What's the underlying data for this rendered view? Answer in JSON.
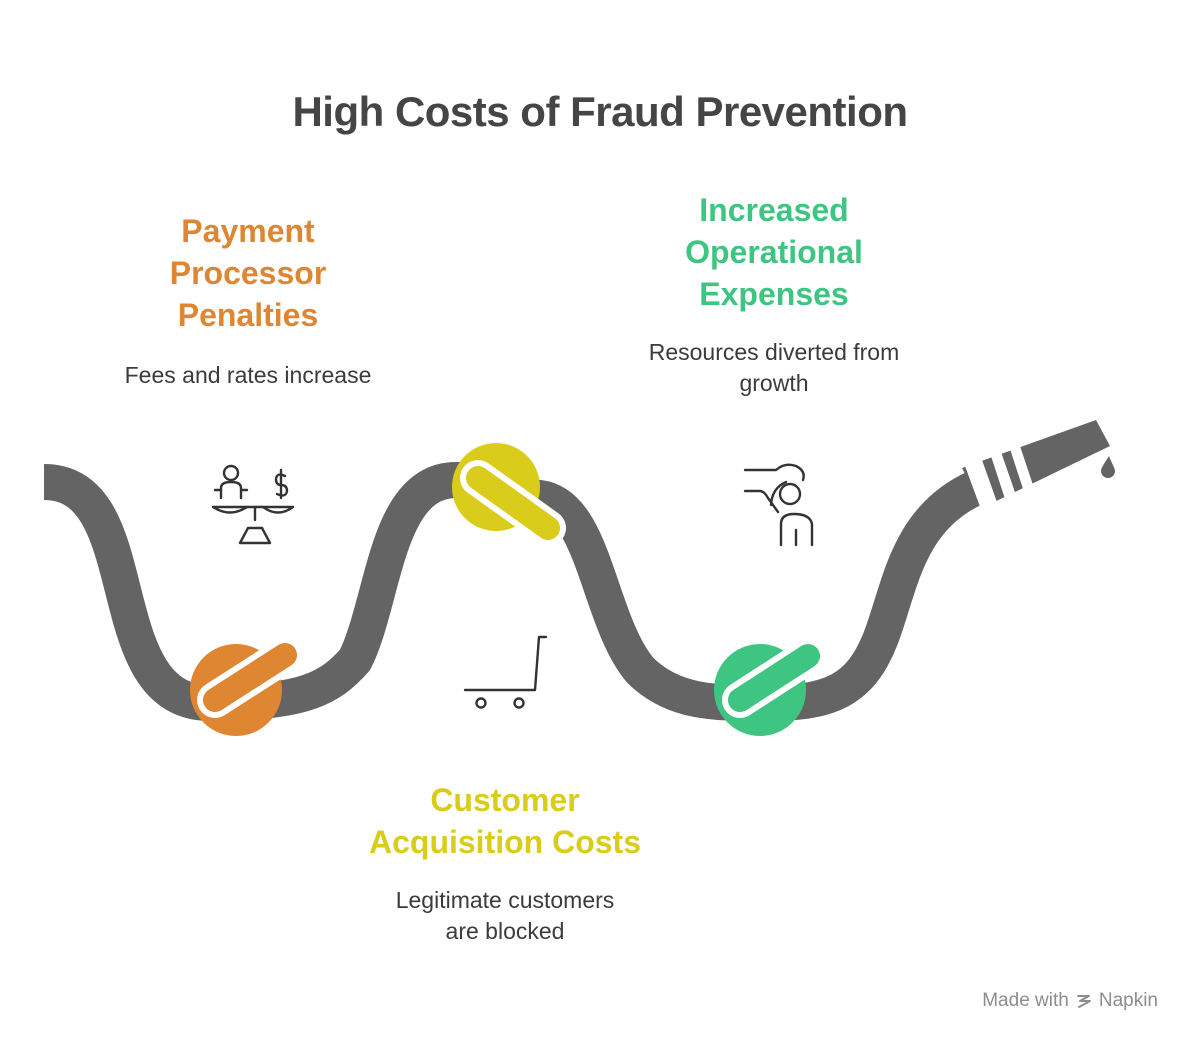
{
  "title": "High Costs of Fraud Prevention",
  "sections": [
    {
      "heading": "Payment Processor Penalties",
      "heading_lines": [
        "Payment",
        "Processor",
        "Penalties"
      ],
      "description_lines": [
        "Fees and rates increase"
      ],
      "color": "#DE8631",
      "icon": "scale-person-dollar-icon"
    },
    {
      "heading": "Customer Acquisition Costs",
      "heading_lines": [
        "Customer",
        "Acquisition Costs"
      ],
      "description_lines": [
        "Legitimate customers",
        "are blocked"
      ],
      "color": "#D9CC1B",
      "icon": "shopping-cart-icon"
    },
    {
      "heading": "Increased Operational Expenses",
      "heading_lines": [
        "Increased",
        "Operational",
        "Expenses"
      ],
      "description_lines": [
        "Resources diverted from",
        "growth"
      ],
      "color": "#3EC582",
      "icon": "hand-holding-person-icon"
    }
  ],
  "hose_color": "#646464",
  "credit": {
    "prefix": "Made with",
    "brand": "Napkin"
  }
}
